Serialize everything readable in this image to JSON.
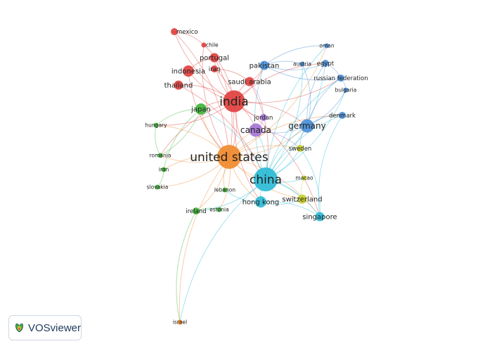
{
  "app": {
    "name": "VOSviewer"
  },
  "colors": {
    "red": "#e0413f",
    "green": "#3fb53a",
    "blue": "#4a8fd8",
    "yellow": "#c9cf2b",
    "purple": "#a675d6",
    "cyan": "#2bbbd6",
    "orange": "#f08a2c"
  },
  "nodes": [
    {
      "id": "mexico",
      "label": "mexico",
      "cluster": "red",
      "weight": 2
    },
    {
      "id": "chile",
      "label": "chile",
      "cluster": "red",
      "weight": 1
    },
    {
      "id": "portugal",
      "label": "portugal",
      "cluster": "red",
      "weight": 3
    },
    {
      "id": "iraq",
      "label": "iraq",
      "cluster": "red",
      "weight": 2
    },
    {
      "id": "indonesia",
      "label": "indonesia",
      "cluster": "red",
      "weight": 4
    },
    {
      "id": "thailand",
      "label": "thailand",
      "cluster": "red",
      "weight": 3
    },
    {
      "id": "saudi arabia",
      "label": "saudi arabia",
      "cluster": "red",
      "weight": 3
    },
    {
      "id": "india",
      "label": "india",
      "cluster": "red",
      "weight": 9
    },
    {
      "id": "japan",
      "label": "japan",
      "cluster": "green",
      "weight": 4
    },
    {
      "id": "hungary",
      "label": "hungary",
      "cluster": "green",
      "weight": 1
    },
    {
      "id": "romania",
      "label": "romania",
      "cluster": "green",
      "weight": 1
    },
    {
      "id": "iran",
      "label": "iran",
      "cluster": "green",
      "weight": 1
    },
    {
      "id": "slovakia",
      "label": "slovakia",
      "cluster": "green",
      "weight": 1
    },
    {
      "id": "ireland",
      "label": "ireland",
      "cluster": "green",
      "weight": 2
    },
    {
      "id": "estonia",
      "label": "estonia",
      "cluster": "green",
      "weight": 1
    },
    {
      "id": "lebanon",
      "label": "lebanon",
      "cluster": "green",
      "weight": 1
    },
    {
      "id": "oman",
      "label": "oman",
      "cluster": "blue",
      "weight": 1
    },
    {
      "id": "austria",
      "label": "austria",
      "cluster": "blue",
      "weight": 1
    },
    {
      "id": "egypt",
      "label": "egypt",
      "cluster": "blue",
      "weight": 2
    },
    {
      "id": "pakistan",
      "label": "pakistan",
      "cluster": "blue",
      "weight": 3
    },
    {
      "id": "russian federation",
      "label": "russian federation",
      "cluster": "blue",
      "weight": 2
    },
    {
      "id": "bulgaria",
      "label": "bulgaria",
      "cluster": "blue",
      "weight": 1
    },
    {
      "id": "denmark",
      "label": "denmark",
      "cluster": "blue",
      "weight": 2
    },
    {
      "id": "germany",
      "label": "germany",
      "cluster": "blue",
      "weight": 5
    },
    {
      "id": "jordan",
      "label": "jordan",
      "cluster": "purple",
      "weight": 2
    },
    {
      "id": "canada",
      "label": "canada",
      "cluster": "purple",
      "weight": 5
    },
    {
      "id": "sweden",
      "label": "sweden",
      "cluster": "yellow",
      "weight": 2
    },
    {
      "id": "united states",
      "label": "united states",
      "cluster": "orange",
      "weight": 10
    },
    {
      "id": "china",
      "label": "china",
      "cluster": "cyan",
      "weight": 10
    },
    {
      "id": "macao",
      "label": "macao",
      "cluster": "yellow",
      "weight": 1
    },
    {
      "id": "hong kong",
      "label": "hong kong",
      "cluster": "cyan",
      "weight": 4
    },
    {
      "id": "switzerland",
      "label": "switzerland",
      "cluster": "yellow",
      "weight": 3
    },
    {
      "id": "singapore",
      "label": "singapore",
      "cluster": "cyan",
      "weight": 3
    },
    {
      "id": "israel",
      "label": "israel",
      "cluster": "orange",
      "weight": 1
    }
  ],
  "links": [
    [
      "india",
      "united states"
    ],
    [
      "india",
      "china"
    ],
    [
      "india",
      "canada"
    ],
    [
      "india",
      "japan"
    ],
    [
      "india",
      "mexico"
    ],
    [
      "india",
      "chile"
    ],
    [
      "india",
      "portugal"
    ],
    [
      "india",
      "iraq"
    ],
    [
      "india",
      "indonesia"
    ],
    [
      "india",
      "thailand"
    ],
    [
      "india",
      "saudi arabia"
    ],
    [
      "india",
      "pakistan"
    ],
    [
      "india",
      "germany"
    ],
    [
      "india",
      "jordan"
    ],
    [
      "india",
      "egypt"
    ],
    [
      "india",
      "russian federation"
    ],
    [
      "india",
      "singapore"
    ],
    [
      "india",
      "hong kong"
    ],
    [
      "india",
      "hungary"
    ],
    [
      "india",
      "romania"
    ],
    [
      "mexico",
      "united states"
    ],
    [
      "chile",
      "united states"
    ],
    [
      "portugal",
      "united states"
    ],
    [
      "indonesia",
      "united states"
    ],
    [
      "thailand",
      "china"
    ],
    [
      "saudi arabia",
      "pakistan"
    ],
    [
      "saudi arabia",
      "china"
    ],
    [
      "united states",
      "china"
    ],
    [
      "united states",
      "canada"
    ],
    [
      "united states",
      "germany"
    ],
    [
      "united states",
      "japan"
    ],
    [
      "united states",
      "hong kong"
    ],
    [
      "united states",
      "ireland"
    ],
    [
      "united states",
      "hungary"
    ],
    [
      "united states",
      "romania"
    ],
    [
      "united states",
      "iran"
    ],
    [
      "united states",
      "slovakia"
    ],
    [
      "united states",
      "israel"
    ],
    [
      "united states",
      "singapore"
    ],
    [
      "united states",
      "switzerland"
    ],
    [
      "united states",
      "sweden"
    ],
    [
      "united states",
      "lebanon"
    ],
    [
      "united states",
      "estonia"
    ],
    [
      "united states",
      "oman"
    ],
    [
      "united states",
      "denmark"
    ],
    [
      "china",
      "hong kong"
    ],
    [
      "china",
      "singapore"
    ],
    [
      "china",
      "macao"
    ],
    [
      "china",
      "germany"
    ],
    [
      "china",
      "canada"
    ],
    [
      "china",
      "switzerland"
    ],
    [
      "china",
      "sweden"
    ],
    [
      "china",
      "pakistan"
    ],
    [
      "china",
      "egypt"
    ],
    [
      "china",
      "russian federation"
    ],
    [
      "china",
      "bulgaria"
    ],
    [
      "china",
      "denmark"
    ],
    [
      "china",
      "austria"
    ],
    [
      "china",
      "oman"
    ],
    [
      "china",
      "japan"
    ],
    [
      "china",
      "ireland"
    ],
    [
      "china",
      "israel"
    ],
    [
      "germany",
      "denmark"
    ],
    [
      "germany",
      "bulgaria"
    ],
    [
      "germany",
      "russian federation"
    ],
    [
      "germany",
      "austria"
    ],
    [
      "germany",
      "egypt"
    ],
    [
      "germany",
      "sweden"
    ],
    [
      "germany",
      "canada"
    ],
    [
      "pakistan",
      "egypt"
    ],
    [
      "pakistan",
      "oman"
    ],
    [
      "pakistan",
      "russian federation"
    ],
    [
      "pakistan",
      "austria"
    ],
    [
      "canada",
      "jordan"
    ],
    [
      "canada",
      "sweden"
    ],
    [
      "japan",
      "hungary"
    ],
    [
      "japan",
      "romania"
    ],
    [
      "japan",
      "iran"
    ],
    [
      "ireland",
      "estonia"
    ],
    [
      "ireland",
      "israel"
    ],
    [
      "hong kong",
      "singapore"
    ],
    [
      "hong kong",
      "switzerland"
    ],
    [
      "hong kong",
      "lebanon"
    ],
    [
      "singapore",
      "sweden"
    ],
    [
      "singapore",
      "denmark"
    ],
    [
      "jordan",
      "saudi arabia"
    ],
    [
      "iraq",
      "saudi arabia"
    ],
    [
      "portugal",
      "indonesia"
    ],
    [
      "mexico",
      "chile"
    ],
    [
      "slovakia",
      "iran"
    ],
    [
      "romania",
      "hungary"
    ],
    [
      "macao",
      "switzerland"
    ],
    [
      "egypt",
      "russian federation"
    ],
    [
      "bulgaria",
      "russian federation"
    ]
  ]
}
